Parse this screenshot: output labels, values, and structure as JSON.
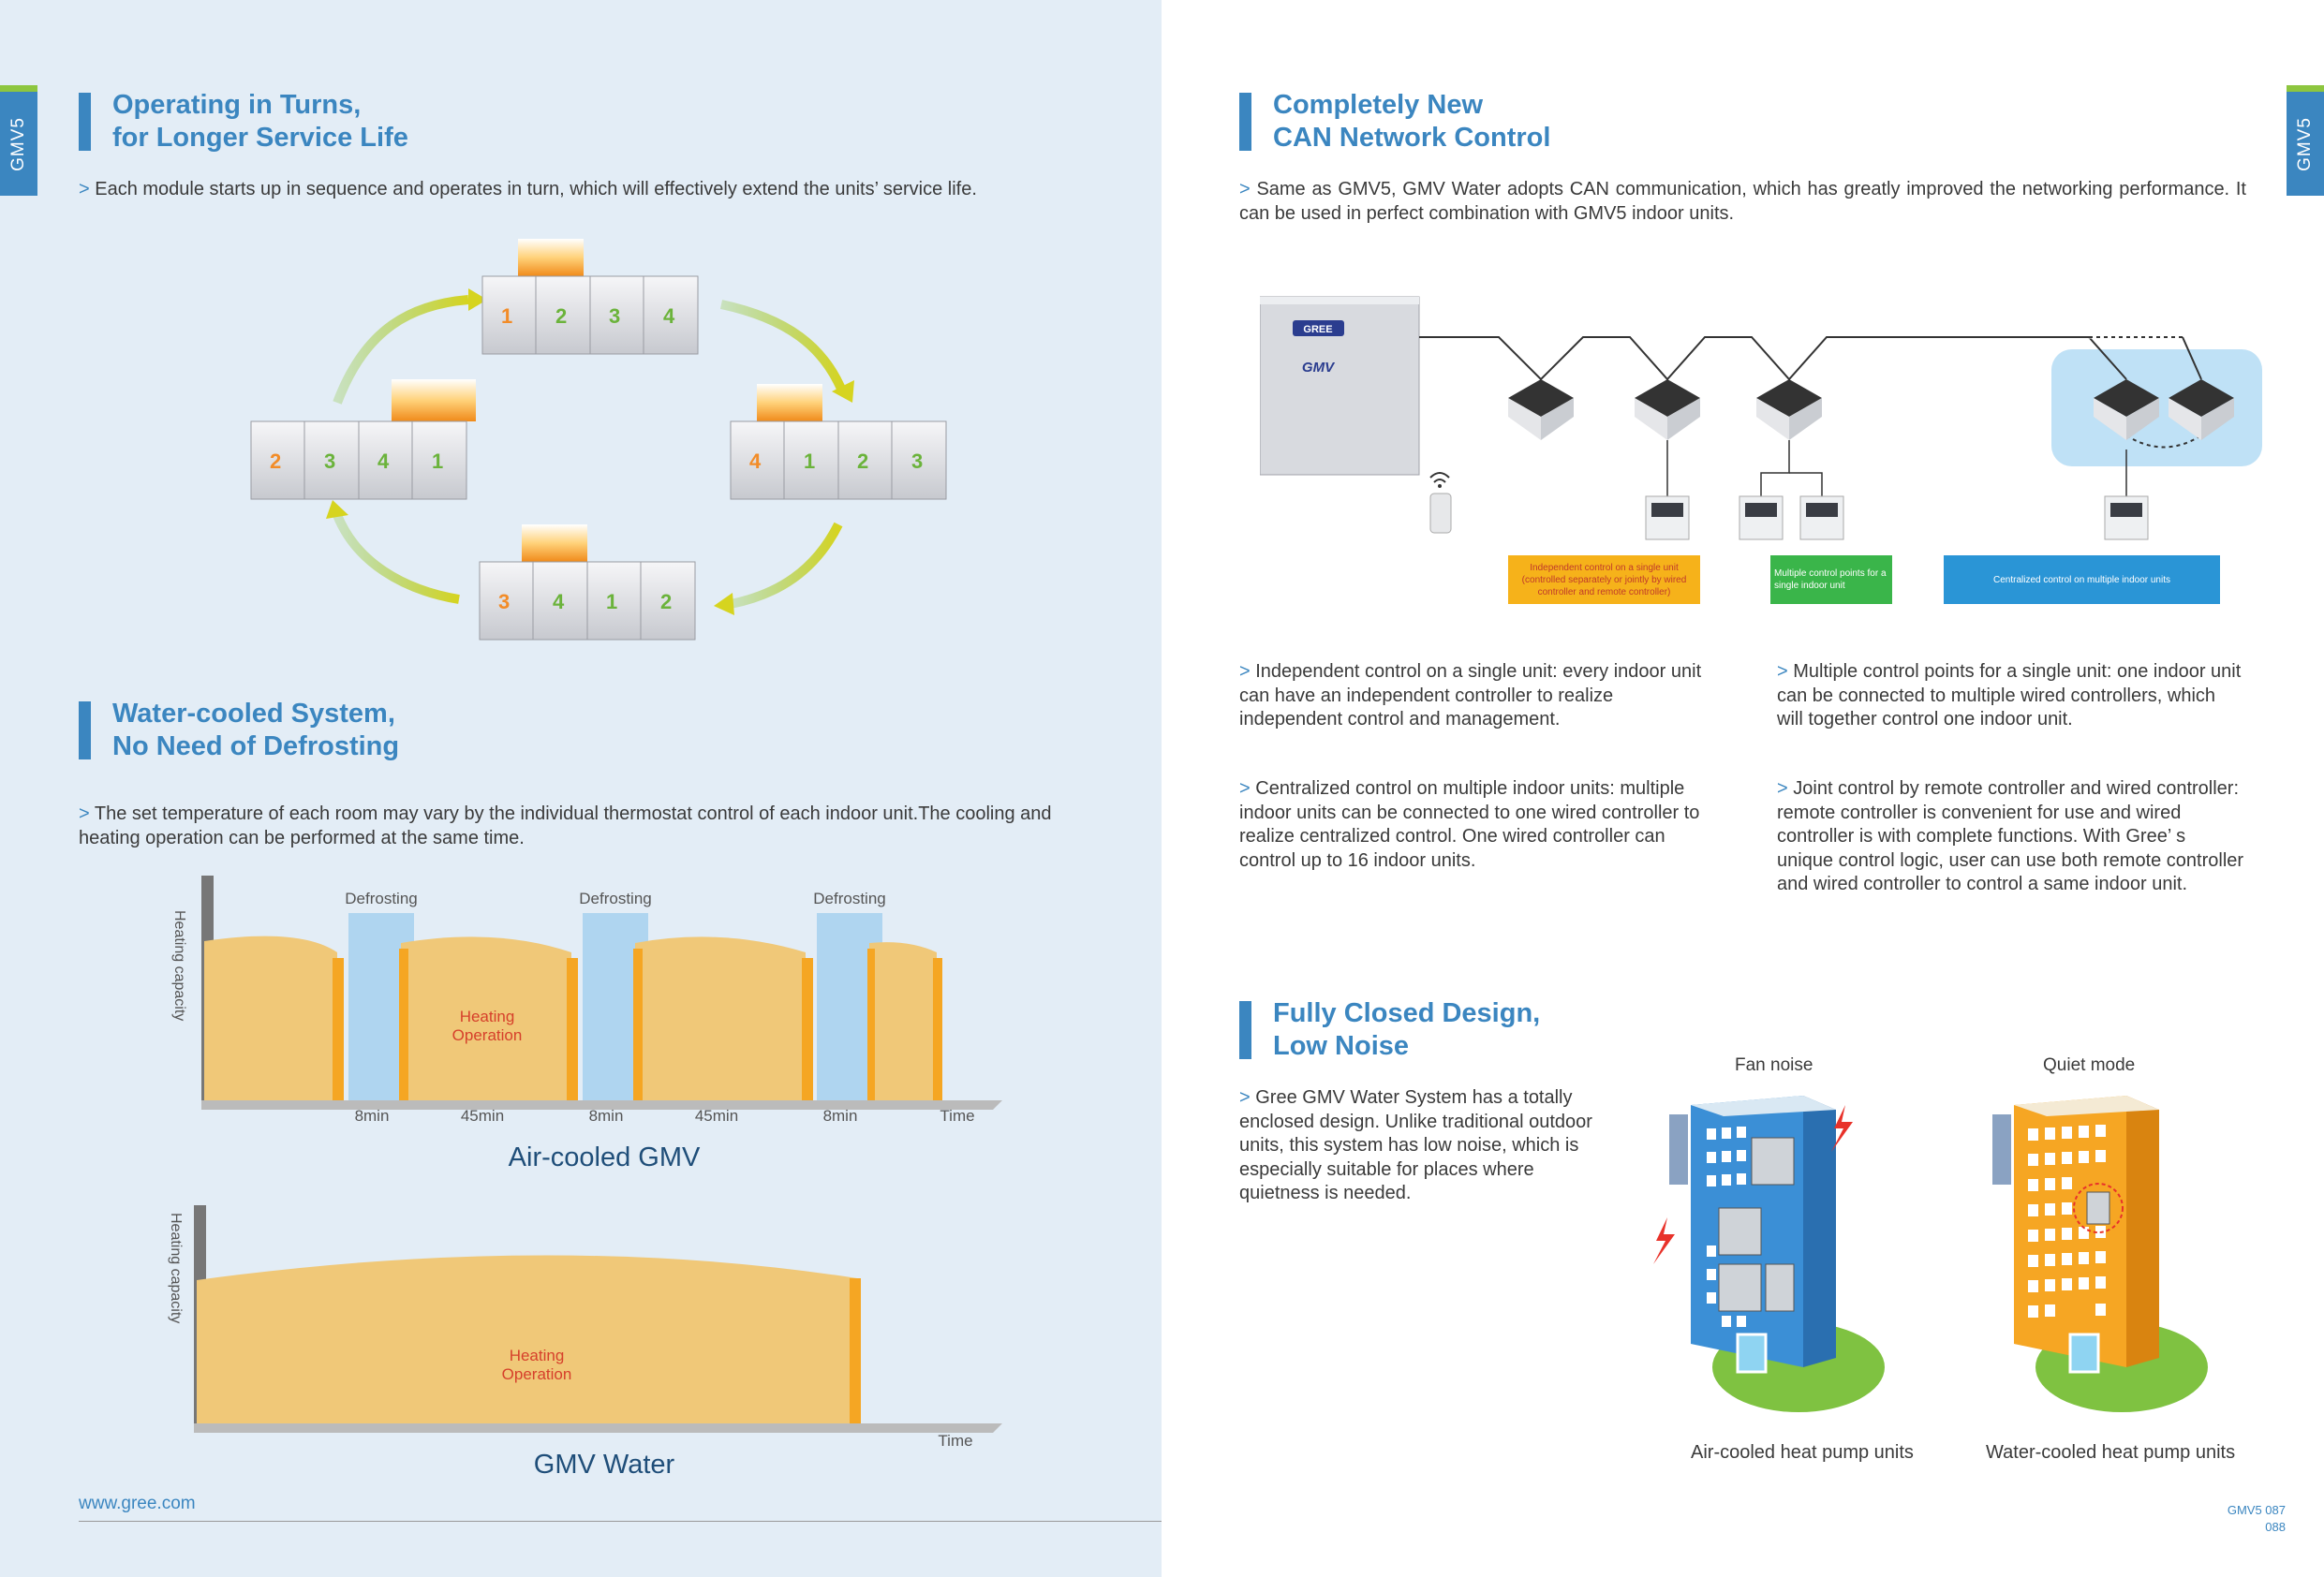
{
  "left": {
    "side_tab": "GMV5",
    "section1": {
      "title_line1": "Operating in Turns,",
      "title_line2": "for Longer Service Life",
      "body": "Each module starts up in sequence and operates in turn, which will effectively extend the units’ service life.",
      "modules": [
        {
          "numbers": [
            "1",
            "2",
            "3",
            "4"
          ]
        },
        {
          "numbers": [
            "4",
            "1",
            "2",
            "3"
          ]
        },
        {
          "numbers": [
            "3",
            "4",
            "1",
            "2"
          ]
        },
        {
          "numbers": [
            "2",
            "3",
            "4",
            "1"
          ]
        }
      ]
    },
    "section2": {
      "title_line1": "Water-cooled System,",
      "title_line2": "No Need of Defrosting",
      "body": "The set temperature of each room may vary by the individual thermostat control of each indoor unit.The cooling and heating operation can be performed at the same time."
    },
    "chart1": {
      "ylabel": "Heating capacity",
      "defrost_label": "Defrosting",
      "heating_label_1": "Heating",
      "heating_label_2": "Operation",
      "ticks": [
        "8min",
        "45min",
        "8min",
        "45min",
        "8min",
        "Time"
      ],
      "caption": "Air-cooled GMV"
    },
    "chart2": {
      "ylabel": "Heating capacity",
      "heating_label_1": "Heating",
      "heating_label_2": "Operation",
      "xlabel": "Time",
      "caption": "GMV Water"
    },
    "footer_url": "www.gree.com"
  },
  "right": {
    "side_tab": "GMV5",
    "section1": {
      "title_line1": "Completely New",
      "title_line2": "CAN Network Control",
      "body": "Same as GMV5, GMV Water adopts CAN communication, which has greatly improved the networking performance. It can be used in perfect combination with GMV5 indoor units.",
      "outdoor_brand": "GREE",
      "outdoor_model": "GMV",
      "box_yellow": "Independent control on a single unit (controlled separately or jointly by wired controller and remote controller)",
      "box_green": "Multiple control points for a single indoor unit",
      "box_blue": "Centralized control on multiple indoor units"
    },
    "features": [
      "Independent control on a single unit: every indoor unit can have an independent controller to realize independent control and management.",
      "Multiple control points for a single unit: one indoor unit can be connected to multiple wired controllers, which will together control one indoor unit.",
      "Centralized control on multiple indoor units: multiple indoor units can be connected to one wired controller to realize centralized control. One wired controller can control up to 16 indoor units.",
      "Joint control by remote controller and wired controller: remote controller is convenient for use and wired controller is with complete functions. With Gree’ s unique control logic, user can use both remote controller and wired controller to control a same indoor unit."
    ],
    "section2": {
      "title_line1": "Fully Closed Design,",
      "title_line2": "Low Noise",
      "body": "Gree GMV Water System has a totally enclosed design. Unlike traditional outdoor units, this system has low noise, which is especially suitable for places where quietness is needed.",
      "label_fan": "Fan noise",
      "label_quiet": "Quiet mode",
      "caption_air": "Air-cooled heat pump units",
      "caption_water": "Water-cooled heat pump units"
    },
    "page_numbers_1": "GMV5 087",
    "page_numbers_2": "088"
  },
  "colors": {
    "accent_blue": "#3b86c0",
    "accent_green": "#8dc63f",
    "chart_fill": "#f0c878",
    "defrost_blue": "#a8d1ef",
    "box_yellow": "#f6b21a",
    "box_green": "#3ab54a",
    "box_blue": "#2a95d6"
  }
}
